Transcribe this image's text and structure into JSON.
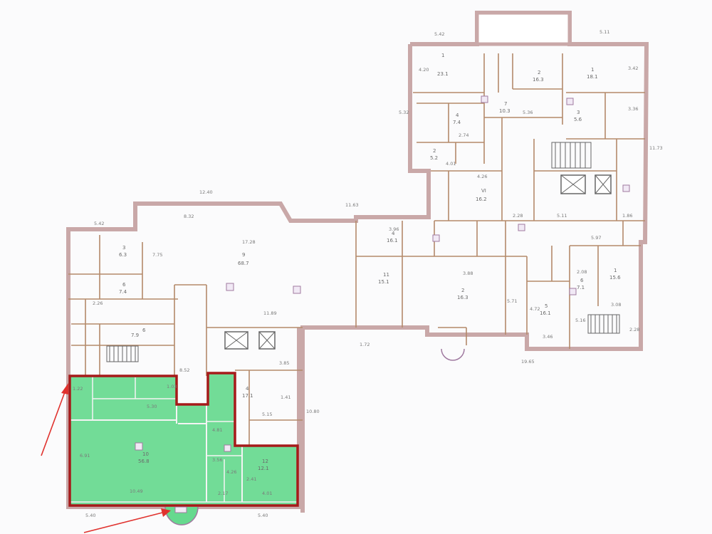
{
  "plan": {
    "dims_top": [
      "5.42",
      "5.11",
      "12.40",
      "11.63",
      "5.42"
    ],
    "dims_right": [
      "3.42",
      "3.36",
      "11.73",
      "1.86",
      "2.28"
    ],
    "dims_left": [
      "5.32",
      "4.20"
    ],
    "dims_bottom": [
      "5.40",
      "5.40",
      "19.65",
      "10.80",
      "1.72"
    ],
    "rooms": [
      {
        "id": "r1",
        "num": "1",
        "area": "23.1"
      },
      {
        "id": "r2",
        "num": "2",
        "area": "16.3"
      },
      {
        "id": "r3",
        "num": "1",
        "area": "18.1"
      },
      {
        "id": "r4",
        "num": "7",
        "area": "10.3"
      },
      {
        "id": "r5",
        "num": "3",
        "area": "5.6"
      },
      {
        "id": "r6",
        "num": "4",
        "area": "7.4"
      },
      {
        "id": "r7",
        "num": "2",
        "area": "5.2"
      },
      {
        "id": "r8",
        "num": "VI",
        "area": "16.2"
      },
      {
        "id": "r9",
        "num": "9",
        "area": "68.7"
      },
      {
        "id": "r10",
        "num": "2",
        "area": "16.3"
      },
      {
        "id": "r11",
        "num": "4",
        "area": "16.1"
      },
      {
        "id": "r12",
        "num": "3",
        "area": "6.3"
      },
      {
        "id": "r13",
        "num": "6",
        "area": "7.4"
      },
      {
        "id": "r14",
        "num": "6",
        "area": "7.9"
      },
      {
        "id": "r15",
        "num": "11",
        "area": "15.1"
      },
      {
        "id": "r16",
        "num": "5",
        "area": "16.1"
      },
      {
        "id": "r17",
        "num": "1",
        "area": "15.6"
      },
      {
        "id": "r18",
        "num": "6",
        "area": "7.1"
      },
      {
        "id": "r19",
        "num": "10",
        "area": "56.8"
      },
      {
        "id": "r20",
        "num": "12",
        "area": "12.1"
      },
      {
        "id": "r21",
        "num": "4",
        "area": "17.1"
      }
    ],
    "measures": [
      "17.28",
      "11.89",
      "8.32",
      "7.75",
      "3.96",
      "2.74",
      "4.01",
      "5.36",
      "4.26",
      "3.88",
      "5.71",
      "4.72",
      "3.46",
      "2.28",
      "5.11",
      "5.97",
      "5.16",
      "3.08",
      "2.08",
      "8.52",
      "5.15",
      "1.41",
      "3.85",
      "10.49",
      "3.56",
      "2.17",
      "4.01",
      "4.26",
      "2.41",
      "5.30",
      "1.03",
      "1.22",
      "6.91",
      "4.81",
      "2.26"
    ]
  }
}
